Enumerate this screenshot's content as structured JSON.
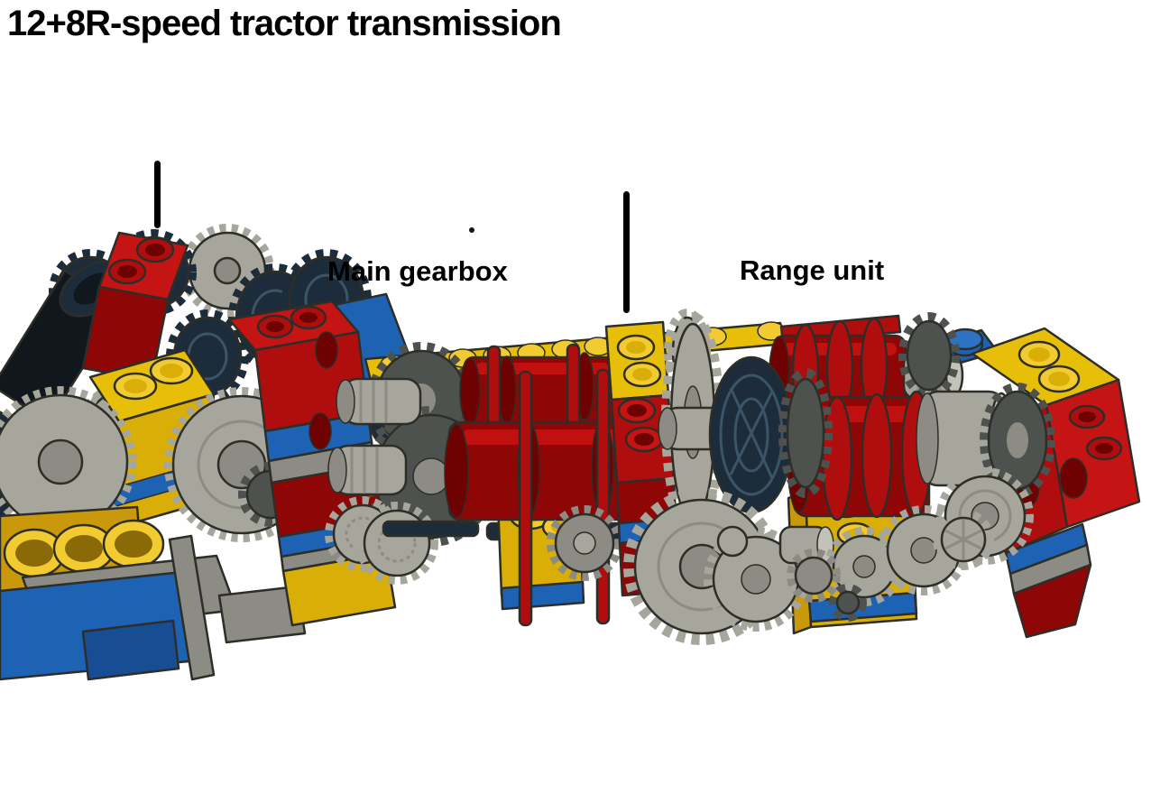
{
  "title": "12+8R-speed tractor transmission",
  "annotations": {
    "main_gearbox": {
      "label": "Main gearbox"
    },
    "range_unit": {
      "label": "Range unit"
    }
  },
  "colors": {
    "red": "#B00E0E",
    "red_top": "#C41414",
    "red_dark": "#8E0606",
    "red_deep": "#6E0202",
    "red_bright": "#C01010",
    "yellow": "#E8BF08",
    "yellow_bright": "#F2CB30",
    "yellow_dark": "#D9AE06",
    "gold": "#C9980B",
    "gold_deep": "#8A6A06",
    "blue": "#1E62B4",
    "blue_dark": "#174E93",
    "blue_bright": "#2E72C4",
    "gray_light": "#A6A69C",
    "gray_lighter": "#C2C2B8",
    "gray_mid": "#8C8C84",
    "gray_dark": "#4E524E",
    "navy": "#1D2C3A",
    "navy_light": "#3C5468",
    "black": "#10181E",
    "outline": "#2E2E28",
    "background": "#FFFFFF",
    "text": "#000000"
  }
}
